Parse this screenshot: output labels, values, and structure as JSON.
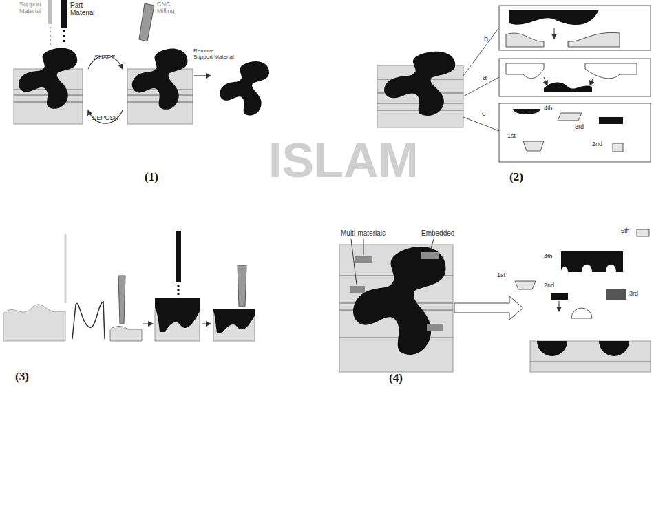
{
  "diagram": {
    "labels": [
      "Support Material",
      "Part Material",
      "CNC Milling",
      "SHAPE",
      "DEPOSIT",
      "Remove Support Material",
      "(1)",
      "b",
      "a",
      "c",
      "4th",
      "3rd",
      "2nd",
      "1st",
      "(2)",
      "(3)",
      "Multi-materials",
      "Embedded",
      "5th",
      "4th",
      "3rd",
      "2nd",
      "1st",
      "(4)",
      "ISLAM"
    ]
  }
}
